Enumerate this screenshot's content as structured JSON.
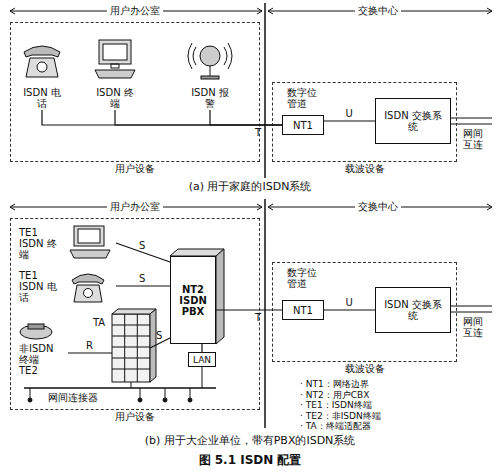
{
  "diagram": {
    "caption": "图 5.1 ISDN 配置",
    "nodes": [
      {
        "text": [
          "用户设备"
        ]
      },
      {
        "text": [
          "ISDN 电话"
        ],
        "in": 0
      },
      {
        "text": [
          "ISDN 终端"
        ],
        "in": 0
      },
      {
        "text": [
          "ISDN 报警"
        ],
        "in": 0
      },
      {
        "text": [
          "载波设备"
        ]
      },
      {
        "text": [
          "NT1"
        ],
        "in": 4
      },
      {
        "text": [
          "ISDN 交换系统"
        ],
        "in": 4
      },
      {
        "text": [
          "用户设备"
        ]
      },
      {
        "text": [
          "TE1 ISDN 终端"
        ],
        "in": 7
      },
      {
        "text": [
          "TE1 ISDN 电话"
        ],
        "in": 7
      },
      {
        "text": [
          "NT2 ISDN PBX"
        ],
        "in": 7
      },
      {
        "text": [
          "TA"
        ],
        "in": 7
      },
      {
        "text": [
          "非ISDN 终端 TE2"
        ],
        "in": 7
      },
      {
        "text": [
          "LAN"
        ],
        "in": 7
      },
      {
        "text": [
          "载波设备"
        ]
      },
      {
        "text": [
          "NT1"
        ],
        "in": 14
      },
      {
        "text": [
          "ISDN 交换系统"
        ],
        "in": 14
      }
    ],
    "edges": [
      {
        "from": 1,
        "to": 5,
        "arrow": "none"
      },
      {
        "from": 2,
        "to": 5,
        "arrow": "none"
      },
      {
        "from": 3,
        "to": 5,
        "arrow": "none"
      },
      {
        "from": 5,
        "to": 6,
        "label": "U",
        "arrow": "none"
      },
      {
        "from": 8,
        "to": 10,
        "label": "S",
        "arrow": "none"
      },
      {
        "from": 9,
        "to": 10,
        "label": "S",
        "arrow": "none"
      },
      {
        "from": 11,
        "to": 10,
        "label": "S",
        "arrow": "none"
      },
      {
        "from": 12,
        "to": 11,
        "label": "R",
        "arrow": "none"
      },
      {
        "from": 10,
        "to": 13,
        "arrow": "none"
      },
      {
        "from": 10,
        "to": 15,
        "arrow": "none"
      },
      {
        "from": 15,
        "to": 16,
        "label": "U",
        "arrow": "none"
      }
    ],
    "labels": [
      "用户办公室",
      "交换中心",
      "T",
      "数字位 管道",
      "网间 互连",
      "(a) 用于家庭的ISDN系统",
      "用户办公室",
      "交换中心",
      "T",
      "数字位 管道",
      "网间 互连",
      "网间连接器",
      "· NT1：网络边界",
      "· NT2：用户CBX",
      "· TE1：ISDN终端",
      "· TE2：非ISDN终端",
      "· TA：终端适配器",
      "(b) 用于大企业单位，带有PBX的ISDN系统"
    ]
  }
}
